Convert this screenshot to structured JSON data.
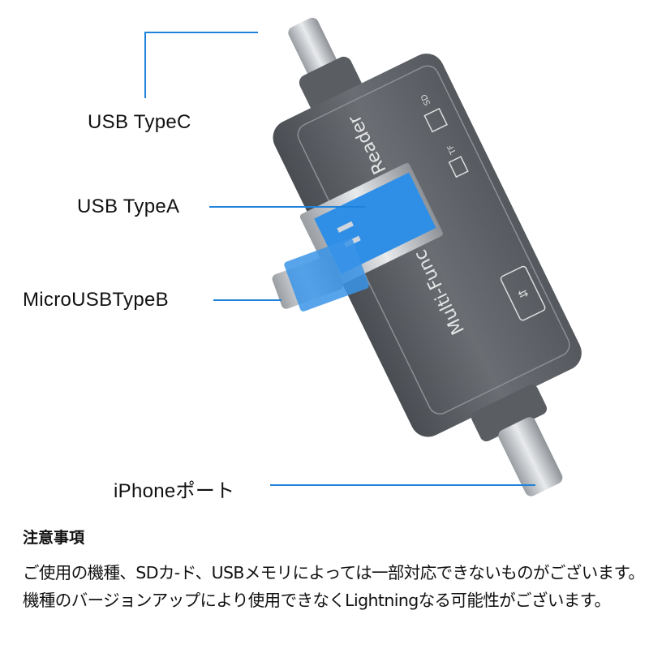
{
  "callouts": {
    "typec": "USB TypeC",
    "typea": "USB TypeA",
    "microusb": "MicroUSBTypeB",
    "iphone": "iPhoneポート"
  },
  "device": {
    "print_main": "Multi-Func",
    "print_reader": "Reader",
    "slot_sd": "SD",
    "slot_tf": "TF"
  },
  "notes": {
    "heading": "注意事項",
    "body": "ご使用の機種、SDカ-ド、USBメモリによっては一部対応できないものがございます。機種のバージョンアップにより使用できなくLightningなる可能性がございます。"
  },
  "colors": {
    "accent": "#1e82dc",
    "device": "#5d6166",
    "connector_blue": "#2f8fe6"
  }
}
